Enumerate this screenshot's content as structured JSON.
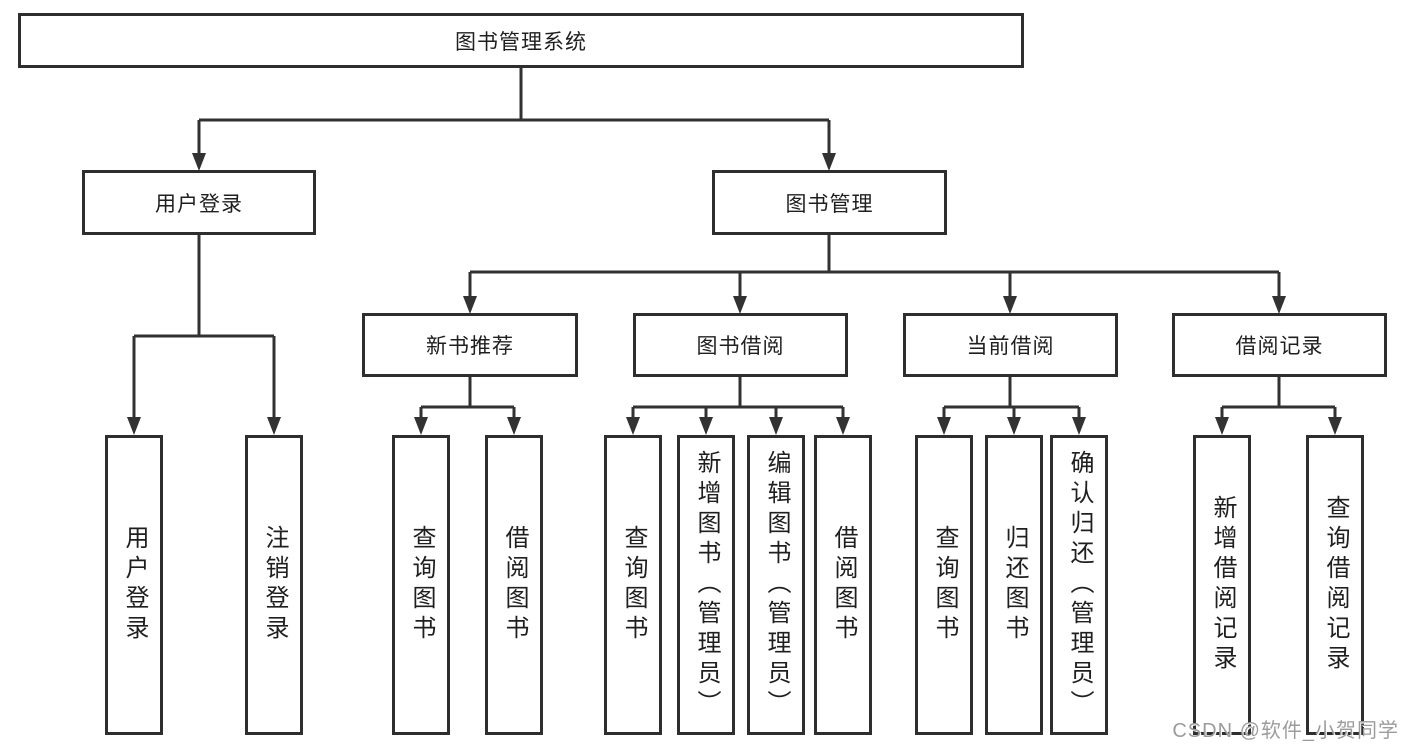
{
  "diagram": {
    "type": "hierarchy-diagram",
    "nodes": {
      "root": {
        "label": "图书管理系统"
      },
      "user_login": {
        "label": "用户登录"
      },
      "book_mgmt": {
        "label": "图书管理"
      },
      "new_book_rec": {
        "label": "新书推荐"
      },
      "book_borrow": {
        "label": "图书借阅"
      },
      "current_borrow": {
        "label": "当前借阅"
      },
      "borrow_records": {
        "label": "借阅记录"
      },
      "leaf_user_login": {
        "label": "用户登录"
      },
      "leaf_logout": {
        "label": "注销登录"
      },
      "leaf_query_book_rec": {
        "label": "查询图书"
      },
      "leaf_borrow_book_rec": {
        "label": "借阅图书"
      },
      "leaf_query_book_borrow": {
        "label": "查询图书"
      },
      "leaf_add_book": {
        "label": "新增图书（管理员）"
      },
      "leaf_edit_book": {
        "label": "编辑图书（管理员）"
      },
      "leaf_borrow_book": {
        "label": "借阅图书"
      },
      "leaf_query_book_current": {
        "label": "查询图书"
      },
      "leaf_return_book": {
        "label": "归还图书"
      },
      "leaf_confirm_return": {
        "label": "确认归还（管理员）"
      },
      "leaf_add_borrow_record": {
        "label": "新增借阅记录"
      },
      "leaf_query_borrow_record": {
        "label": "查询借阅记录"
      }
    },
    "edges": [
      [
        "root",
        "user_login"
      ],
      [
        "root",
        "book_mgmt"
      ],
      [
        "user_login",
        "leaf_user_login"
      ],
      [
        "user_login",
        "leaf_logout"
      ],
      [
        "book_mgmt",
        "new_book_rec"
      ],
      [
        "book_mgmt",
        "book_borrow"
      ],
      [
        "book_mgmt",
        "current_borrow"
      ],
      [
        "book_mgmt",
        "borrow_records"
      ],
      [
        "new_book_rec",
        "leaf_query_book_rec"
      ],
      [
        "new_book_rec",
        "leaf_borrow_book_rec"
      ],
      [
        "book_borrow",
        "leaf_query_book_borrow"
      ],
      [
        "book_borrow",
        "leaf_add_book"
      ],
      [
        "book_borrow",
        "leaf_edit_book"
      ],
      [
        "book_borrow",
        "leaf_borrow_book"
      ],
      [
        "current_borrow",
        "leaf_query_book_current"
      ],
      [
        "current_borrow",
        "leaf_return_book"
      ],
      [
        "current_borrow",
        "leaf_confirm_return"
      ],
      [
        "borrow_records",
        "leaf_add_borrow_record"
      ],
      [
        "borrow_records",
        "leaf_query_borrow_record"
      ]
    ],
    "colors": {
      "line": "#323232",
      "box_border": "#2e2e2e",
      "text": "#1f1f1f",
      "background": "#ffffff",
      "watermark": "#9c9c9c"
    }
  },
  "watermark": {
    "text": "CSDN @软件_小贺同学"
  }
}
